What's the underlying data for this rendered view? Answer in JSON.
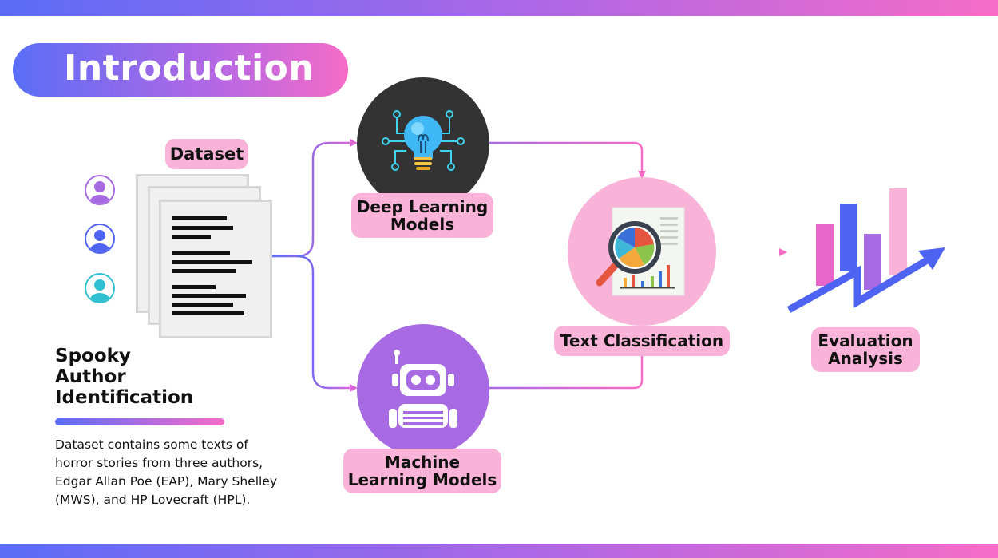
{
  "title": "Introduction",
  "dataset_label": "Dataset",
  "spooky_title": [
    "Spooky",
    "Author",
    "Identification"
  ],
  "description": [
    "Dataset contains  some texts of",
    "horror stories from three authors,",
    "Edgar Allan Poe (EAP), Mary Shelley",
    "(MWS), and HP Lovecraft (HPL)."
  ],
  "deep_learning": [
    "Deep Learning",
    "Models"
  ],
  "machine_learning": [
    "Machine",
    "Learning Models"
  ],
  "text_classification": "Text Classification",
  "evaluation": [
    "Evaluation",
    "Analysis"
  ],
  "colors": {
    "blue": "#5b6cf7",
    "purple": "#a86ae3",
    "pink": "#f56cc7",
    "light_pink": "#f9b3d8",
    "dark": "#333333"
  },
  "icons": [
    "user-icon",
    "document-icon",
    "lightbulb-circuit-icon",
    "robot-icon",
    "magnifier-chart-icon",
    "growth-chart-icon"
  ]
}
